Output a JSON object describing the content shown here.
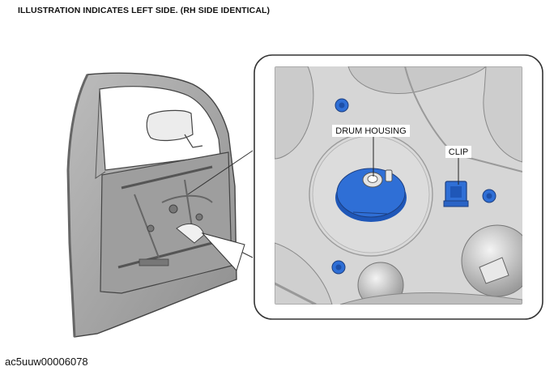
{
  "header": {
    "text": "ILLUSTRATION INDICATES LEFT SIDE. (RH SIDE IDENTICAL)"
  },
  "callouts": {
    "drum_housing": "DRUM HOUSING",
    "clip": "CLIP"
  },
  "footer": {
    "code": "ac5uuw00006078"
  },
  "colors": {
    "highlight_blue": "#2f6fd6",
    "panel_gray": "#d6d6d6",
    "outline": "#333333"
  }
}
